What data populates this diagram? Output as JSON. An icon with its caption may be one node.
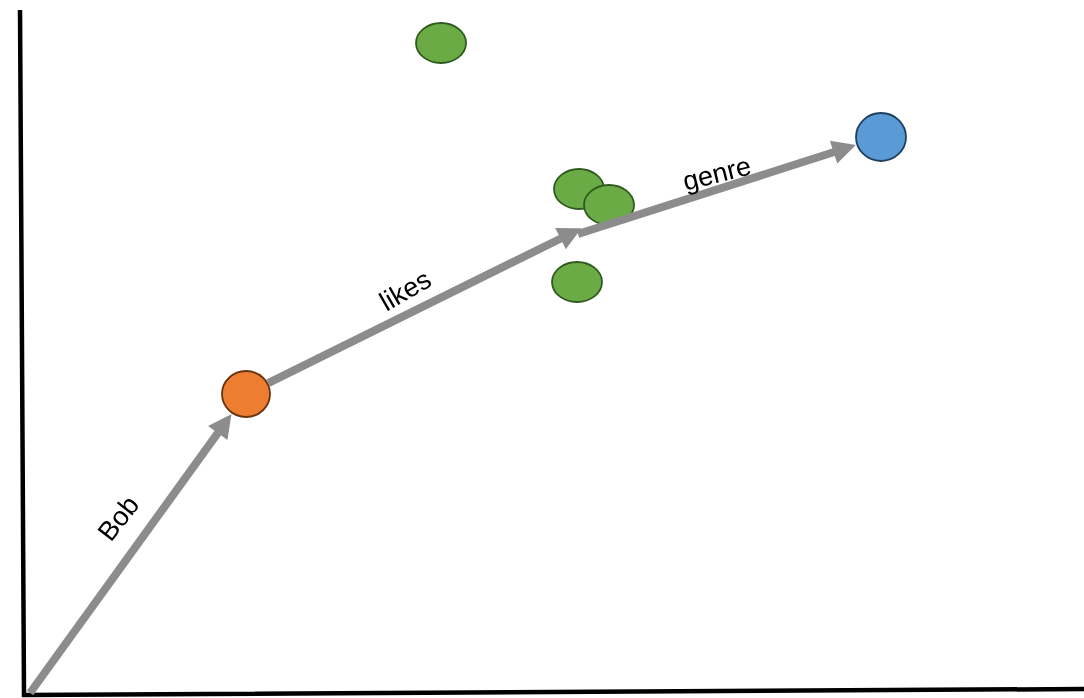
{
  "diagram": {
    "nodes": [
      {
        "text": [],
        "shape": "circle"
      },
      {
        "text": [],
        "shape": "circle"
      },
      {
        "text": [],
        "shape": "circle"
      },
      {
        "text": [],
        "shape": "circle"
      },
      {
        "text": [],
        "shape": "circle"
      },
      {
        "text": [],
        "shape": "circle"
      }
    ],
    "edges": [
      {
        "from": null,
        "to": 5,
        "arrow": "to",
        "label": "Bob"
      },
      {
        "from": 5,
        "to": null,
        "arrow": "to",
        "label": "likes"
      },
      {
        "from": null,
        "to": 1,
        "arrow": "to",
        "label": "genre"
      }
    ]
  }
}
